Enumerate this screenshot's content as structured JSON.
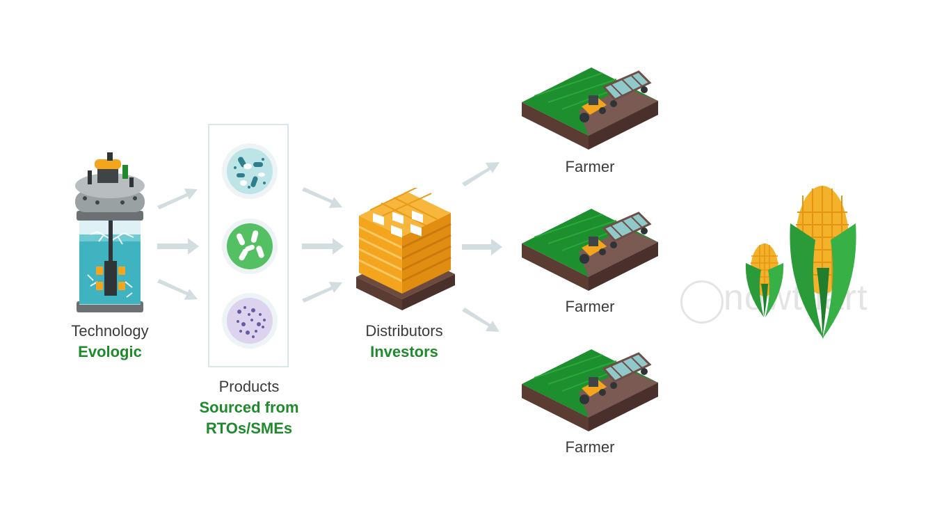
{
  "stages": {
    "technology": {
      "title": "Technology",
      "highlight": "Evologic"
    },
    "products": {
      "title": "Products",
      "highlight_line1": "Sourced from",
      "highlight_line2": "RTOs/SMEs"
    },
    "distributors": {
      "title": "Distributors",
      "highlight": "Investors"
    },
    "farmers": [
      "Farmer",
      "Farmer",
      "Farmer"
    ]
  },
  "watermark": "nowthart",
  "colors": {
    "accent_green": "#1f8a2c",
    "arrow": "#d2dde0",
    "field_green": "#1e8f2e",
    "soil": "#6e4e47",
    "bag": "#f2a51d",
    "corn_kernel": "#f4b22b",
    "corn_leaf": "#2b9a39"
  },
  "icons": [
    "bioreactor-icon",
    "microbe-dish-icon",
    "fertilizer-pallet-icon",
    "farm-field-tractor-icon",
    "corn-icon"
  ]
}
